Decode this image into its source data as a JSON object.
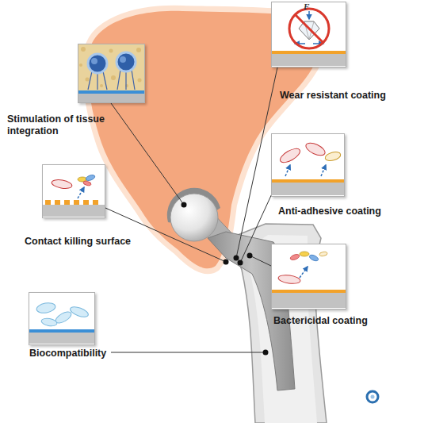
{
  "diagram": {
    "nodes": [
      {
        "text": [
          "Wear resistant coating"
        ]
      },
      {
        "text": [
          "Stimulation of tissue integration"
        ]
      },
      {
        "text": [
          "Anti-adhesive coating"
        ]
      },
      {
        "text": [
          "Contact killing surface"
        ]
      },
      {
        "text": [
          "Bactericidal coating"
        ]
      },
      {
        "text": [
          "Biocompatibility"
        ]
      }
    ],
    "labels": [
      "F"
    ]
  }
}
